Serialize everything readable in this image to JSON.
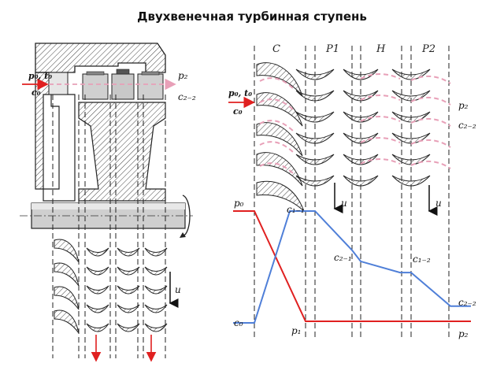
{
  "title": "Двухвенечная турбинная ступень",
  "left": {
    "inlet_label": "p₀, t₀",
    "inlet_sub": "c₀",
    "outlet_label": "p₂",
    "outlet_sub": "c₂₋₂",
    "u_label": "u"
  },
  "right": {
    "stages": [
      "C",
      "P1",
      "H",
      "P2"
    ],
    "inlet_label": "p₀, t₀",
    "inlet_sub": "c₀",
    "outlet_p": "p₂",
    "outlet_c": "c₂₋₂",
    "u_label_1": "u",
    "u_label_2": "u"
  },
  "chart_data": {
    "type": "line",
    "categories": [
      "C",
      "P1",
      "H",
      "P2"
    ],
    "point_labels": {
      "p0": "p₀",
      "c0": "c₀",
      "c1_1": "c₁₋₁",
      "c2_1": "c₂₋₁",
      "c1_2": "c₁₋₂",
      "c2_2": "c₂₋₂",
      "p1": "p₁",
      "p2": "p₂"
    },
    "series": [
      {
        "name": "p",
        "color": "#e02020",
        "values": [
          1.0,
          0.0,
          0.0,
          0.0,
          0.0,
          0.0,
          0.0
        ]
      },
      {
        "name": "c",
        "color": "#4f7fd8",
        "values": [
          0.0,
          1.0,
          0.65,
          0.55,
          0.45,
          0.15,
          0.15
        ]
      }
    ],
    "colors": {
      "pressure": "#e02020",
      "velocity": "#4f7fd8",
      "flow": "#e8a0b8"
    }
  }
}
